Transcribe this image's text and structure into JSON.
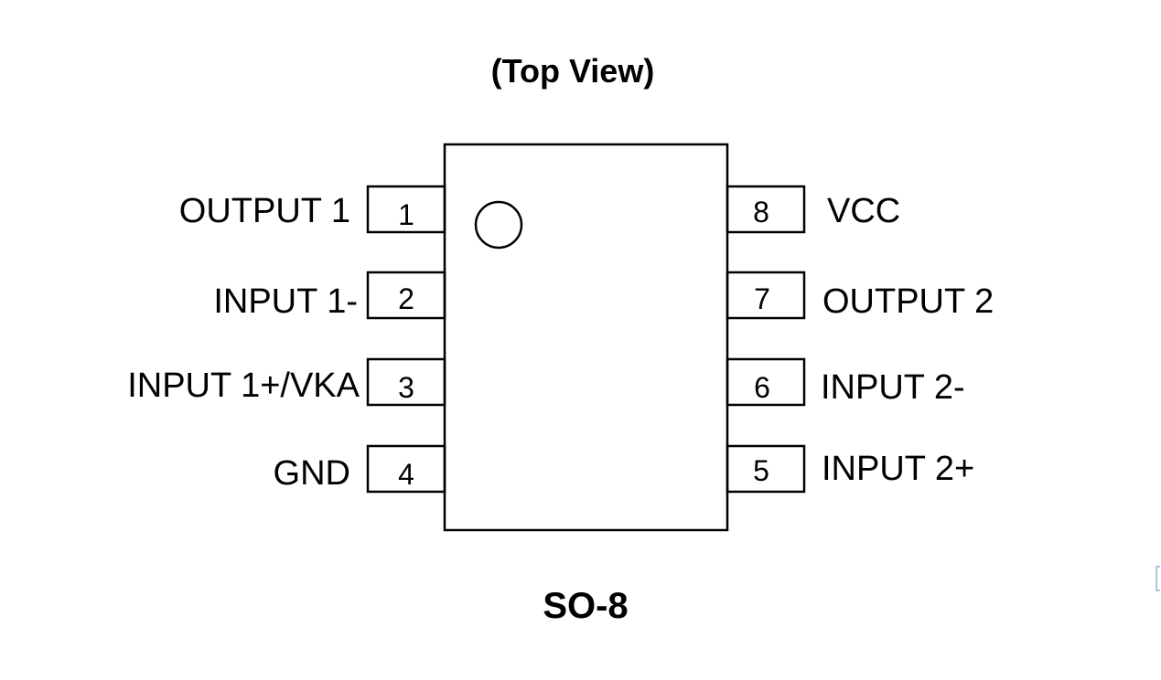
{
  "diagram": {
    "view_label": "(Top View)",
    "package_label": "SO-8",
    "left_pins": [
      {
        "number": "1",
        "label": "OUTPUT 1"
      },
      {
        "number": "2",
        "label": "INPUT 1-"
      },
      {
        "number": "3",
        "label": "INPUT 1+/VKA"
      },
      {
        "number": "4",
        "label": "GND"
      }
    ],
    "right_pins": [
      {
        "number": "8",
        "label": "VCC"
      },
      {
        "number": "7",
        "label": "OUTPUT 2"
      },
      {
        "number": "6",
        "label": "INPUT 2-"
      },
      {
        "number": "5",
        "label": "INPUT 2+"
      }
    ]
  }
}
